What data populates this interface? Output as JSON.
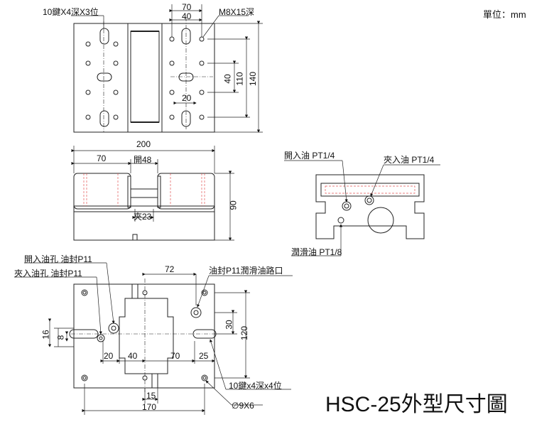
{
  "unit_label": "單位：mm",
  "title": "HSC-25外型尺寸圖",
  "top_view": {
    "keyway_callout": "10鍵X4深X3位",
    "dim_70": "70",
    "dim_40": "40",
    "tap_callout": "M8X15深",
    "dim_40v": "40",
    "dim_110": "110",
    "dim_140": "140",
    "dim_20": "20"
  },
  "side_view": {
    "dim_200": "200",
    "dim_70": "70",
    "open_48": "開48",
    "clamp_23": "夾23",
    "dim_90": "90"
  },
  "end_view": {
    "open_oil": "開入油 PT1/4",
    "clamp_oil": "夾入油 PT1/4",
    "lube_oil": "潤滑油 PT1/8"
  },
  "bottom_view": {
    "open_port": "開入油孔 油封P11",
    "clamp_port": "夾入油孔 油封P11",
    "seal_lube": "油封P11潤滑油路口",
    "dim_72": "72",
    "dim_16": "16",
    "dim_8": "8",
    "dim_20": "20",
    "dim_40": "40",
    "dim_70": "70",
    "dim_25": "25",
    "dim_30": "30",
    "dim_120": "120",
    "dim_15": "15",
    "dim_170": "170",
    "keyway_callout": "10鍵x4深x4位",
    "hole_callout": "∅9X6"
  }
}
